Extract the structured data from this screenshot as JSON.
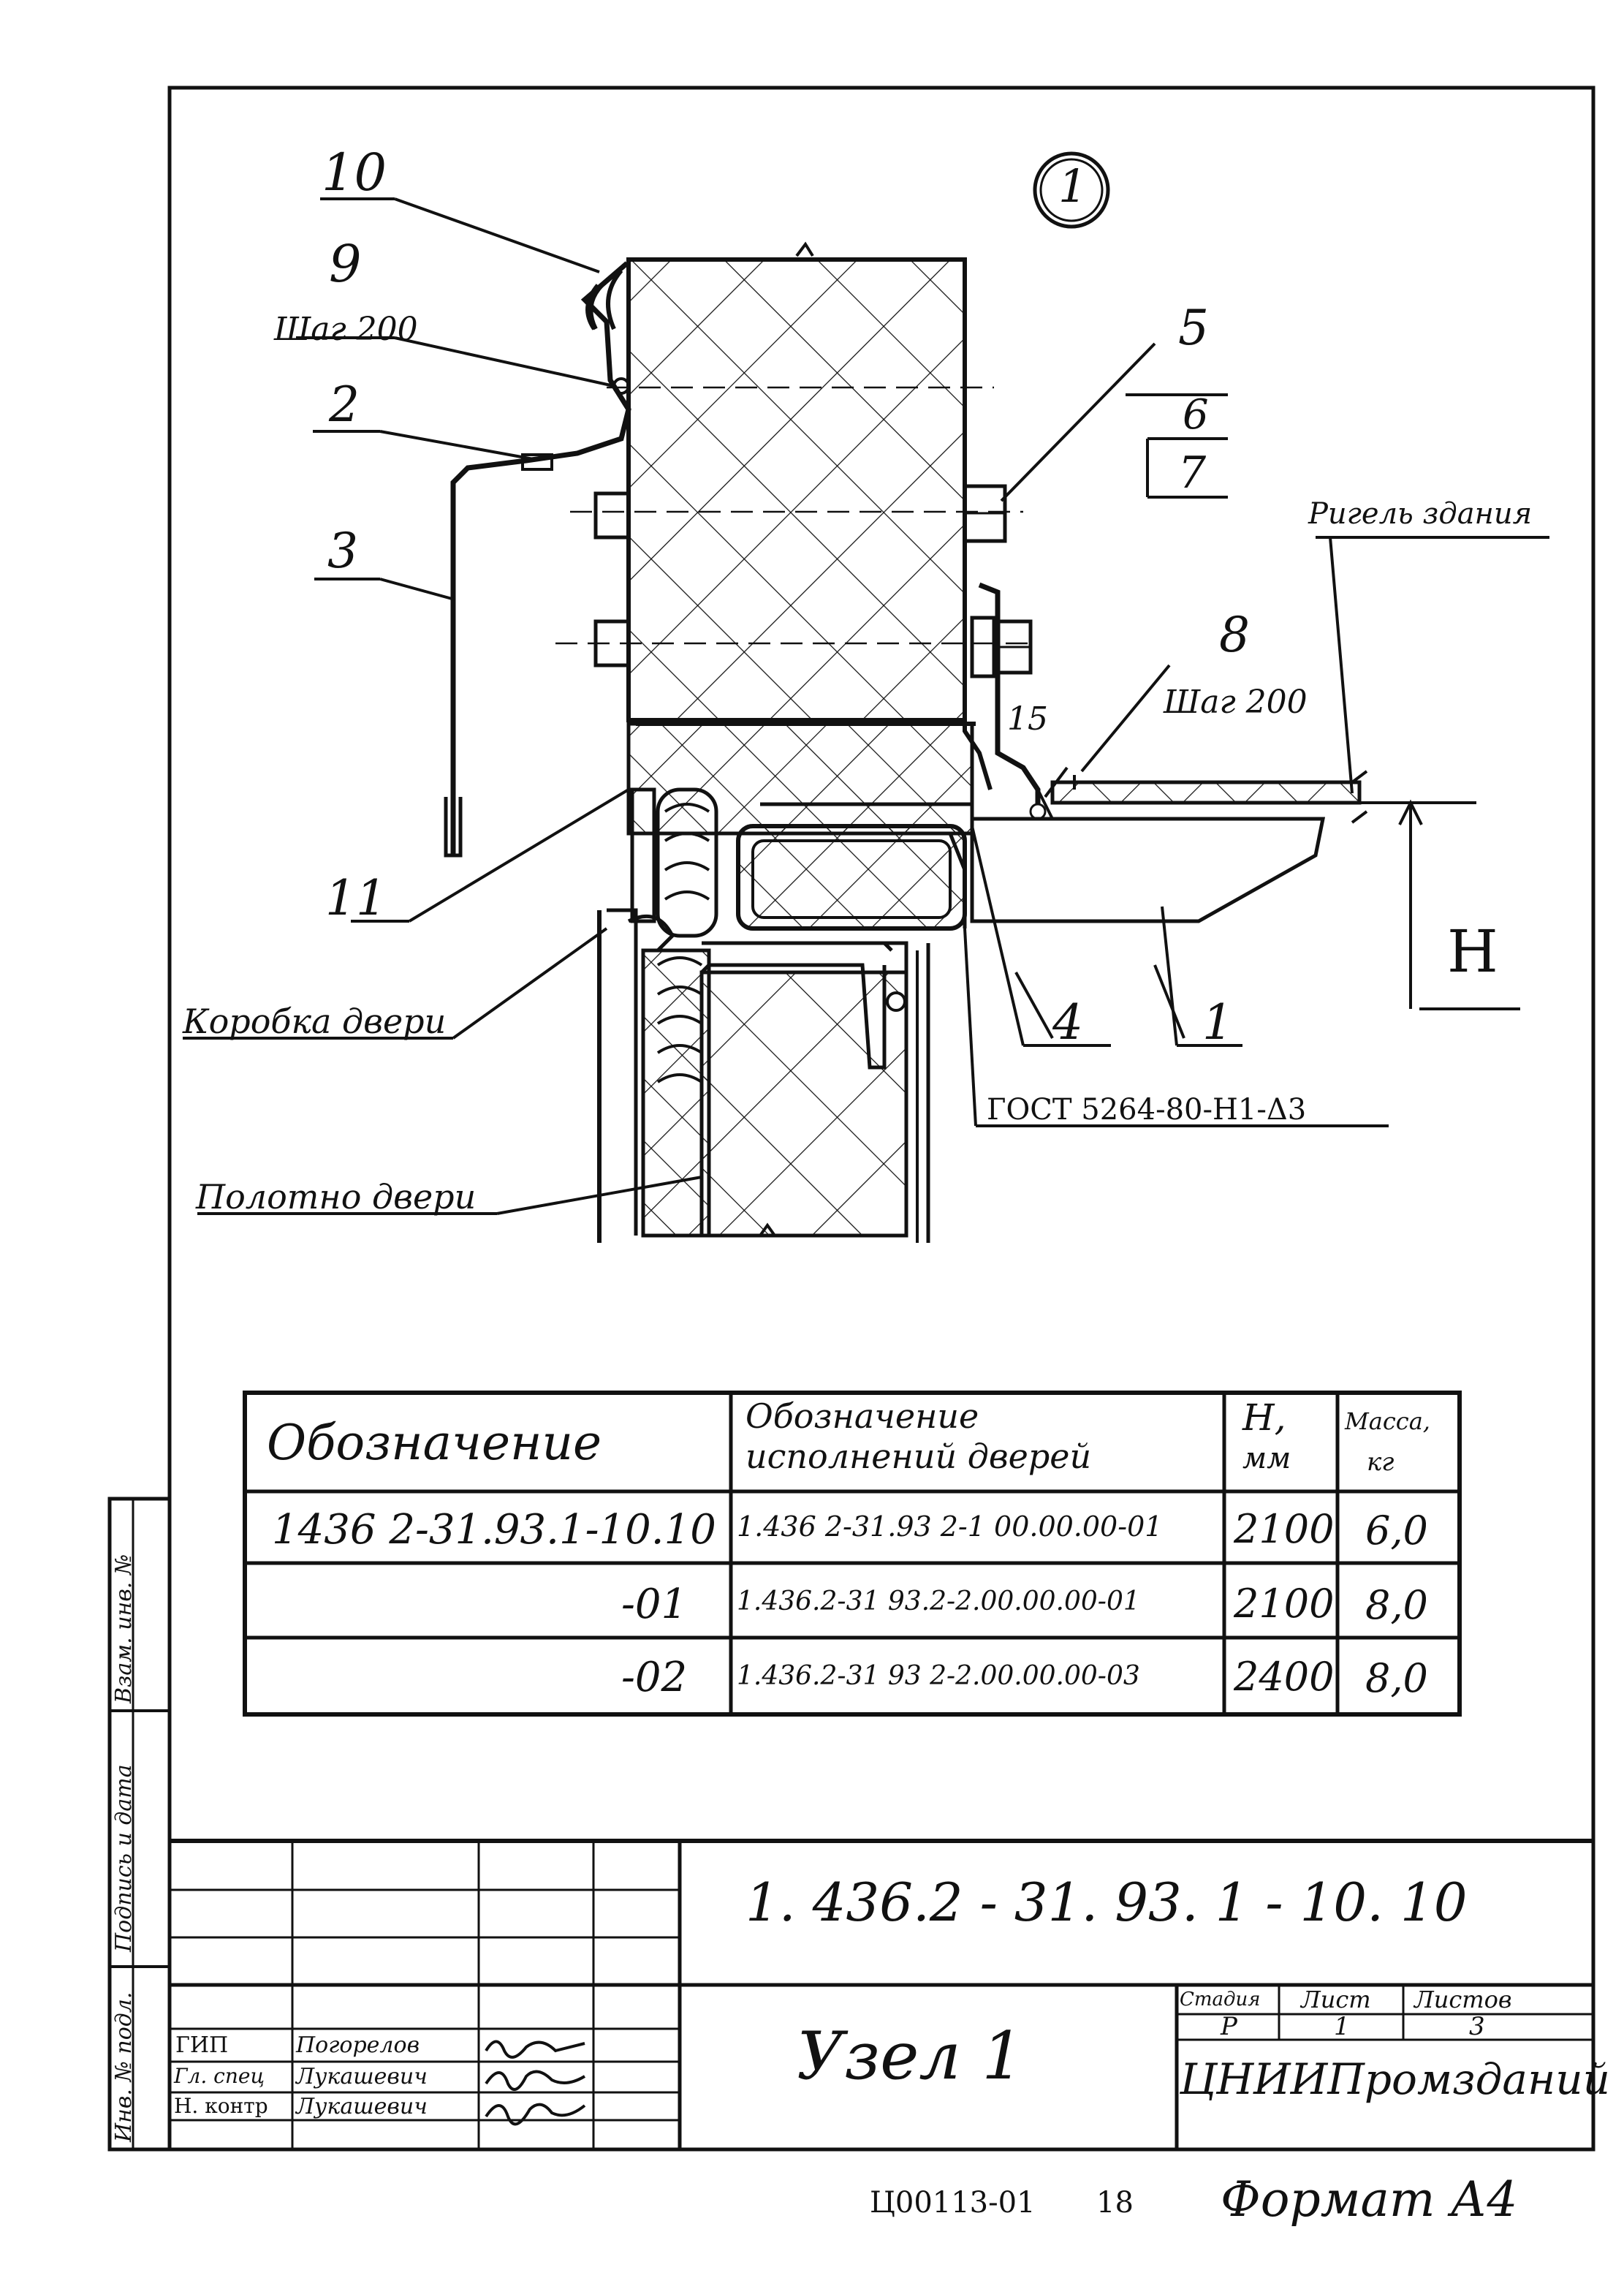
{
  "detail_marker": "1",
  "callouts": {
    "c10": "10",
    "c9": "9",
    "step9": "Шаг 200",
    "c2": "2",
    "c3": "3",
    "c5": "5",
    "c6": "6",
    "c7": "7",
    "c8": "8",
    "step8": "Шаг 200",
    "c15": "15",
    "c11": "11",
    "c4": "4",
    "c1": "1",
    "H": "Н"
  },
  "labels": {
    "rigel": "Ригель здания",
    "door_frame": "Коробка двери",
    "door_leaf": "Полотно двери",
    "gost": "ГОСТ 5264-80-Н1-Δ3"
  },
  "spec_table": {
    "headers": {
      "designation": "Обозначение",
      "door_variant_line1": "Обозначение",
      "door_variant_line2": "исполнений дверей",
      "h_line1": "Н,",
      "h_line2": "мм",
      "mass_line1": "Масса,",
      "mass_line2": "кг"
    },
    "rows": [
      {
        "designation": "1436 2-31.93.1-10.10",
        "door": "1.436 2-31.93 2-1 00.00.00-01",
        "h": "2100",
        "mass": "6,0"
      },
      {
        "designation": "-01",
        "door": "1.436.2-31 93.2-2.00.00.00-01",
        "h": "2100",
        "mass": "8,0"
      },
      {
        "designation": "-02",
        "door": "1.436.2-31 93 2-2.00.00.00-03",
        "h": "2400",
        "mass": "8,0"
      }
    ]
  },
  "title_block": {
    "doc_number": "1. 436.2 - 31. 93. 1 - 10. 10",
    "title": "Узел 1",
    "stage_label": "Стадия",
    "sheet_label": "Лист",
    "sheets_label": "Листов",
    "stage": "Р",
    "sheet": "1",
    "sheets": "3",
    "organization": "ЦНИИПромзданий",
    "roles": [
      {
        "role": "ГИП",
        "name": "Погорелов"
      },
      {
        "role": "Гл. спец",
        "name": "Лукашевич"
      },
      {
        "role": "Н. контр",
        "name": "Лукашевич"
      }
    ]
  },
  "side_stamp": {
    "inv_replace": "Взам. инв. №",
    "sign_date": "Подпись и дата",
    "inv_orig": "Инв. № подл."
  },
  "footer": {
    "code": "Ц00113-01",
    "page": "18",
    "format": "Формат А4"
  }
}
